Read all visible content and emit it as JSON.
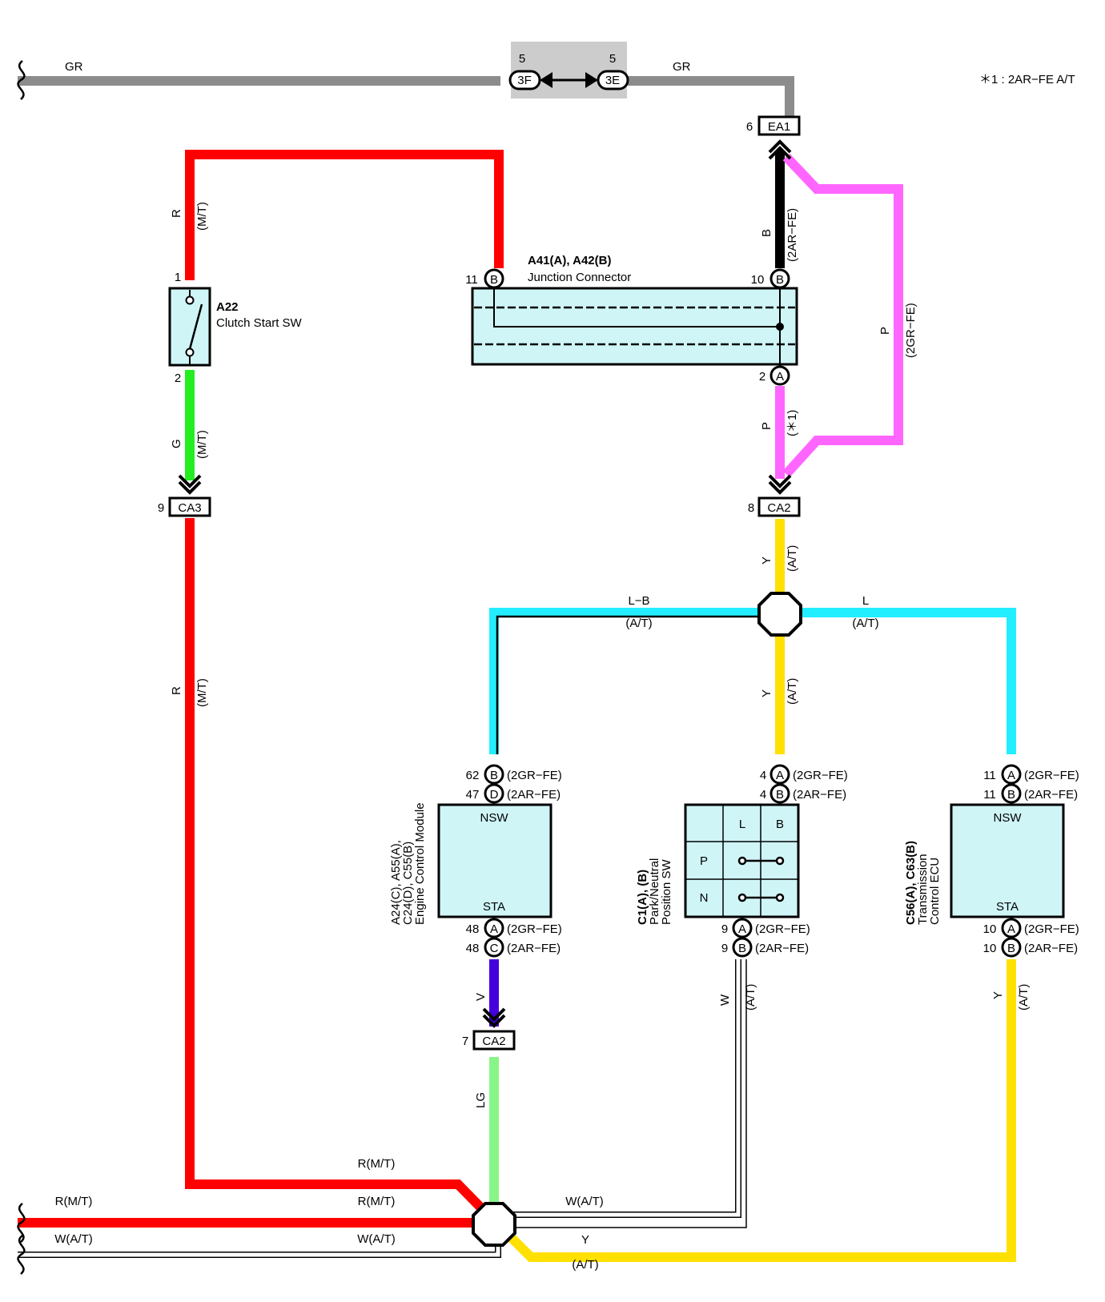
{
  "note": "＊1 : 2AR−FE A/T",
  "colors": {
    "GR": "#8c8c8c",
    "R": "#ff0000",
    "G": "#22ee22",
    "LG": "#88f588",
    "P": "#ff66ff",
    "B": "#000000",
    "Y": "#ffe000",
    "L": "#22eeff",
    "V": "#4400dd",
    "W": "#ffffff",
    "fill": "#cff5f7",
    "splice": "#cccccc"
  },
  "top_splice": {
    "left": {
      "code": "3F",
      "pin": "5"
    },
    "right": {
      "code": "3E",
      "pin": "5"
    },
    "wire_left": "GR",
    "wire_right": "GR"
  },
  "connectors": {
    "ea1": {
      "code": "EA1",
      "pin": "6"
    },
    "ca3": {
      "code": "CA3",
      "pin": "9"
    },
    "ca2_top": {
      "code": "CA2",
      "pin": "8"
    },
    "ca2_bottom": {
      "code": "CA2",
      "pin": "7"
    }
  },
  "components": {
    "a22": {
      "id": "A22",
      "name": "Clutch Start SW",
      "pin_top": "1",
      "pin_bottom": "2"
    },
    "junction": {
      "id": "A41(A), A42(B)",
      "name": "Junction Connector",
      "pin_left": {
        "num": "11",
        "letter": "B"
      },
      "pin_right_top": {
        "num": "10",
        "letter": "B"
      },
      "pin_right_bottom": {
        "num": "2",
        "letter": "A"
      }
    },
    "ecm": {
      "line1": "A24(C), A55(A),",
      "line2": "C24(D), C55(B)",
      "line3": "Engine Control Module",
      "label_top": "NSW",
      "label_bottom": "STA",
      "pins_top": [
        {
          "num": "62",
          "letter": "B",
          "variant": "(2GR−FE)"
        },
        {
          "num": "47",
          "letter": "D",
          "variant": "(2AR−FE)"
        }
      ],
      "pins_bottom": [
        {
          "num": "48",
          "letter": "A",
          "variant": "(2GR−FE)"
        },
        {
          "num": "48",
          "letter": "C",
          "variant": "(2AR−FE)"
        }
      ]
    },
    "pnp": {
      "line1": "C1(A), (B)",
      "line2": "Park/Neutral",
      "line3": "Position SW",
      "col_l": "L",
      "col_b": "B",
      "row_p": "P",
      "row_n": "N",
      "pins_top": [
        {
          "num": "4",
          "letter": "A",
          "variant": "(2GR−FE)"
        },
        {
          "num": "4",
          "letter": "B",
          "variant": "(2AR−FE)"
        }
      ],
      "pins_bottom": [
        {
          "num": "9",
          "letter": "A",
          "variant": "(2GR−FE)"
        },
        {
          "num": "9",
          "letter": "B",
          "variant": "(2AR−FE)"
        }
      ]
    },
    "tcm": {
      "line1": "C56(A), C63(B)",
      "line2": "Transmission",
      "line3": "Control ECU",
      "label_top": "NSW",
      "label_bottom": "STA",
      "pins_top": [
        {
          "num": "11",
          "letter": "A",
          "variant": "(2GR−FE)"
        },
        {
          "num": "11",
          "letter": "B",
          "variant": "(2AR−FE)"
        }
      ],
      "pins_bottom": [
        {
          "num": "10",
          "letter": "A",
          "variant": "(2GR−FE)"
        },
        {
          "num": "10",
          "letter": "B",
          "variant": "(2AR−FE)"
        }
      ]
    }
  },
  "wire_labels": {
    "r_top": {
      "color": "R",
      "cond": "(M/T)"
    },
    "g": {
      "color": "G",
      "cond": "(M/T)"
    },
    "r_mid": {
      "color": "R",
      "cond": "(M/T)"
    },
    "b_ea1": {
      "color": "B",
      "cond": "(2AR−FE)"
    },
    "p_loop": {
      "color": "P",
      "cond": "(2GR−FE)"
    },
    "p_short": {
      "color": "P",
      "cond": "(＊1)"
    },
    "y_top": {
      "color": "Y",
      "cond": "(A/T)"
    },
    "y_mid": {
      "color": "Y",
      "cond": "(A/T)"
    },
    "lb": {
      "color": "L−B",
      "cond": "(A/T)"
    },
    "l": {
      "color": "L",
      "cond": "(A/T)"
    },
    "v": {
      "color": "V"
    },
    "lg": {
      "color": "LG"
    },
    "w_pnp": {
      "color": "W",
      "cond": "(A/T)"
    },
    "y_tcm": {
      "color": "Y",
      "cond": "(A/T)"
    },
    "bottom_rmt_upper": "R(M/T)",
    "bottom_rmt_left": "R(M/T)",
    "bottom_rmt_mid": "R(M/T)",
    "bottom_wat_left": "W(A/T)",
    "bottom_wat_mid": "W(A/T)",
    "bottom_wat_right": "W(A/T)",
    "bottom_y": "Y",
    "bottom_at": "(A/T)"
  }
}
